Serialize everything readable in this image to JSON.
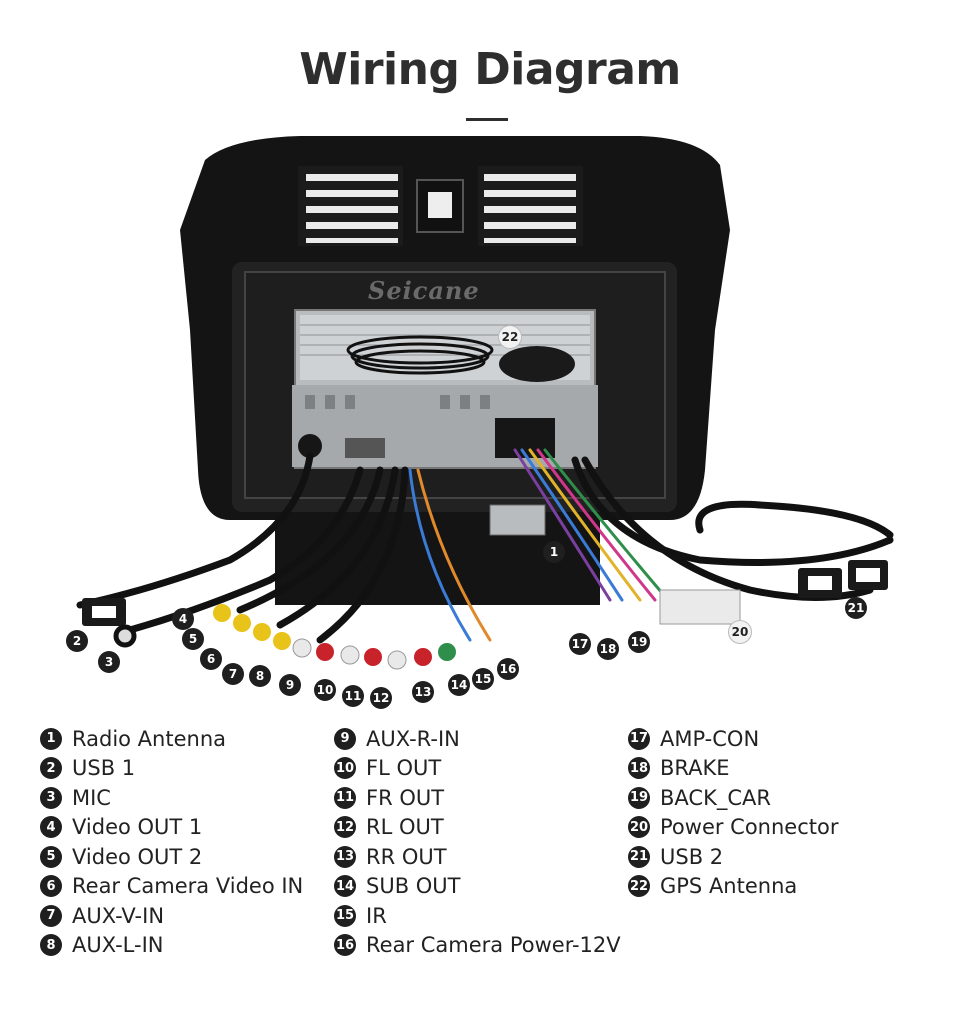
{
  "title": "Wiring Diagram",
  "watermark": "Seicane",
  "callouts": [
    "1",
    "2",
    "3",
    "4",
    "5",
    "6",
    "7",
    "8",
    "9",
    "10",
    "11",
    "12",
    "13",
    "14",
    "15",
    "16",
    "17",
    "18",
    "19",
    "20",
    "21",
    "22"
  ],
  "legend": {
    "col1": [
      {
        "n": "1",
        "label": "Radio Antenna"
      },
      {
        "n": "2",
        "label": "USB 1"
      },
      {
        "n": "3",
        "label": "MIC"
      },
      {
        "n": "4",
        "label": "Video OUT 1"
      },
      {
        "n": "5",
        "label": "Video OUT 2"
      },
      {
        "n": "6",
        "label": "Rear Camera Video IN"
      },
      {
        "n": "7",
        "label": "AUX-V-IN"
      },
      {
        "n": "8",
        "label": "AUX-L-IN"
      }
    ],
    "col2": [
      {
        "n": "9",
        "label": "AUX-R-IN"
      },
      {
        "n": "10",
        "label": "FL OUT"
      },
      {
        "n": "11",
        "label": "FR OUT"
      },
      {
        "n": "12",
        "label": "RL OUT"
      },
      {
        "n": "13",
        "label": "RR OUT"
      },
      {
        "n": "14",
        "label": "SUB OUT"
      },
      {
        "n": "15",
        "label": "IR"
      },
      {
        "n": "16",
        "label": "Rear Camera Power-12V"
      }
    ],
    "col3": [
      {
        "n": "17",
        "label": "AMP-CON"
      },
      {
        "n": "18",
        "label": "BRAKE"
      },
      {
        "n": "19",
        "label": "BACK_CAR"
      },
      {
        "n": "20",
        "label": "Power Connector"
      },
      {
        "n": "21",
        "label": "USB 2"
      },
      {
        "n": "22",
        "label": "GPS Antenna"
      }
    ]
  },
  "colors": {
    "bezel": "#141414",
    "chassis": "#b9bcbf",
    "rca_yellow": "#e8c31a",
    "rca_red": "#c8232b",
    "rca_white": "#e9e9e9",
    "rca_green": "#2f8f4a",
    "cable": "#111111"
  }
}
